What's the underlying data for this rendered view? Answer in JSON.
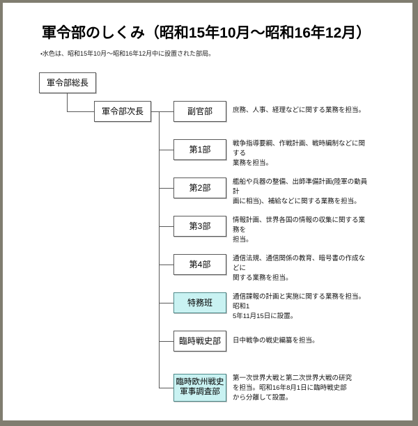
{
  "page": {
    "title": "軍令部のしくみ（昭和15年10月〜昭和16年12月）",
    "note": "・水色は、昭和15年10月～昭和16年12月中に設置された部局。",
    "legend_color": "#c9f2f2",
    "border_color": "#807d70",
    "line_color": "#595959"
  },
  "chart_data": {
    "type": "diagram",
    "title": "軍令部のしくみ（昭和15年10月〜昭和16年12月）",
    "root": {
      "label": "軍令部総長",
      "tinted": false
    },
    "second": {
      "label": "軍令部次長",
      "tinted": false
    },
    "nodes": [
      {
        "label": "副官部",
        "tinted": false,
        "desc": "庶務、人事、経理などに関する業務を担当。"
      },
      {
        "label": "第1部",
        "tinted": false,
        "desc": "戦争指導要綱、作戦計画、戦時編制などに関する\n業務を担当。"
      },
      {
        "label": "第2部",
        "tinted": false,
        "desc": "艦船や兵器の整備、出師準備計画(陸軍の動員計\n画に相当)、補給などに関する業務を担当。"
      },
      {
        "label": "第3部",
        "tinted": false,
        "desc": "情報計画、世界各国の情報の収集に関する業務を\n担当。"
      },
      {
        "label": "第4部",
        "tinted": false,
        "desc": "通信法規、通信関係の教育、暗号書の作成などに\n関する業務を担当。"
      },
      {
        "label": "特務班",
        "tinted": true,
        "desc": "通信諜報の計画と実施に関する業務を担当。昭和1\n5年11月15日に設置。"
      },
      {
        "label": "臨時戦史部",
        "tinted": false,
        "desc": "日中戦争の戦史編纂を担当。"
      },
      {
        "label": "臨時欧州戦史\n軍事調査部",
        "tinted": true,
        "desc": "第一次世界大戦と第二次世界大戦の研究\nを担当。昭和16年8月1日に臨時戦史部\nから分離して設置。"
      }
    ]
  }
}
